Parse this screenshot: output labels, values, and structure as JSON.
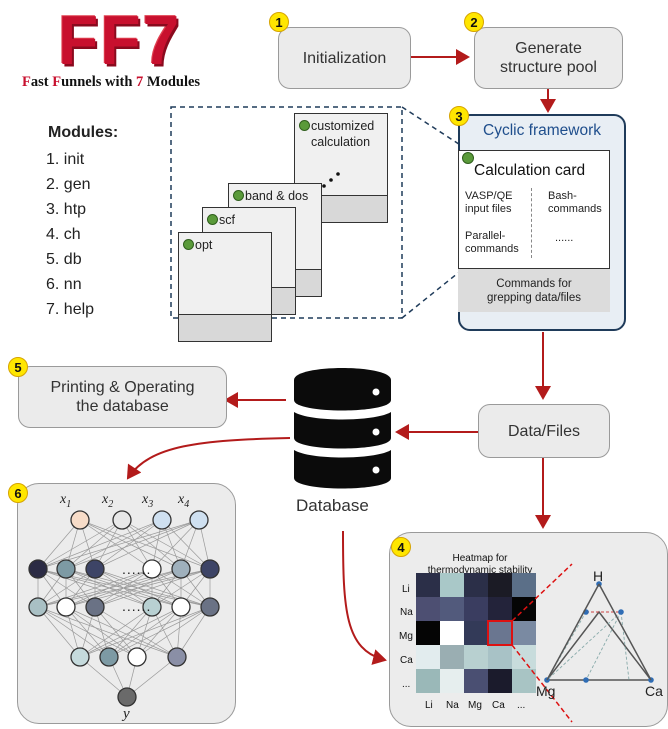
{
  "header": {
    "logo": "FF7",
    "tagline": [
      {
        "text": "F",
        "accent": true
      },
      {
        "text": "ast ",
        "accent": false
      },
      {
        "text": "F",
        "accent": true
      },
      {
        "text": "unnels with ",
        "accent": false
      },
      {
        "text": "7",
        "accent": true
      },
      {
        "text": " Modules",
        "accent": false
      }
    ]
  },
  "modules": {
    "title": "Modules:",
    "items": [
      "1.  init",
      "2.  gen",
      "3.  htp",
      "4.  ch",
      "5.  db",
      "6.  nn",
      "7.  help"
    ]
  },
  "steps": {
    "init": {
      "number": "1",
      "label": "Initialization"
    },
    "gen": {
      "number": "2",
      "label_line1": "Generate",
      "label_line2": "structure pool"
    },
    "cyclic": {
      "number": "3",
      "title": "Cyclic framework"
    },
    "heatmap": {
      "number": "4"
    },
    "printing": {
      "number": "5",
      "label_line1": "Printing & Operating",
      "label_line2": "the database"
    },
    "nn": {
      "number": "6"
    }
  },
  "stack_cards": [
    {
      "label": "opt"
    },
    {
      "label": "scf"
    },
    {
      "label": "band & dos"
    },
    {
      "label_line1": "customized",
      "label_line2": "calculation"
    }
  ],
  "calc_card": {
    "title": "Calculation card",
    "input_line1": "VASP/QE",
    "input_line2": "input files",
    "bash_line1": "Bash-",
    "bash_line2": "commands",
    "parallel_line1": "Parallel-",
    "parallel_line2": "commands",
    "ellipsis": "......",
    "footer_line1": "Commands for",
    "footer_line2": "grepping data/files"
  },
  "data_files": {
    "label": "Data/Files"
  },
  "database": {
    "label": "Database"
  },
  "neural_net": {
    "inputs": [
      "x1",
      "x2",
      "x3",
      "x4"
    ],
    "output": "y",
    "hidden_ellipsis": "......"
  },
  "heatmap": {
    "title_line1": "Heatmap for",
    "title_line2": "thermodynamic stability",
    "row_labels": [
      "Li",
      "Na",
      "Mg",
      "Ca",
      "..."
    ],
    "col_labels": [
      "Li",
      "Na",
      "Mg",
      "Ca",
      "..."
    ]
  },
  "ternary": {
    "top": "H",
    "left": "Mg",
    "right": "Ca"
  },
  "colors": {
    "accent": "#c8102e",
    "arrow": "#b31b1b",
    "frame": "#1f3b5a",
    "cyclic_title": "#1f4e8c",
    "node_dot": "#2f6db5",
    "card_dot": "#5a9a3a"
  }
}
